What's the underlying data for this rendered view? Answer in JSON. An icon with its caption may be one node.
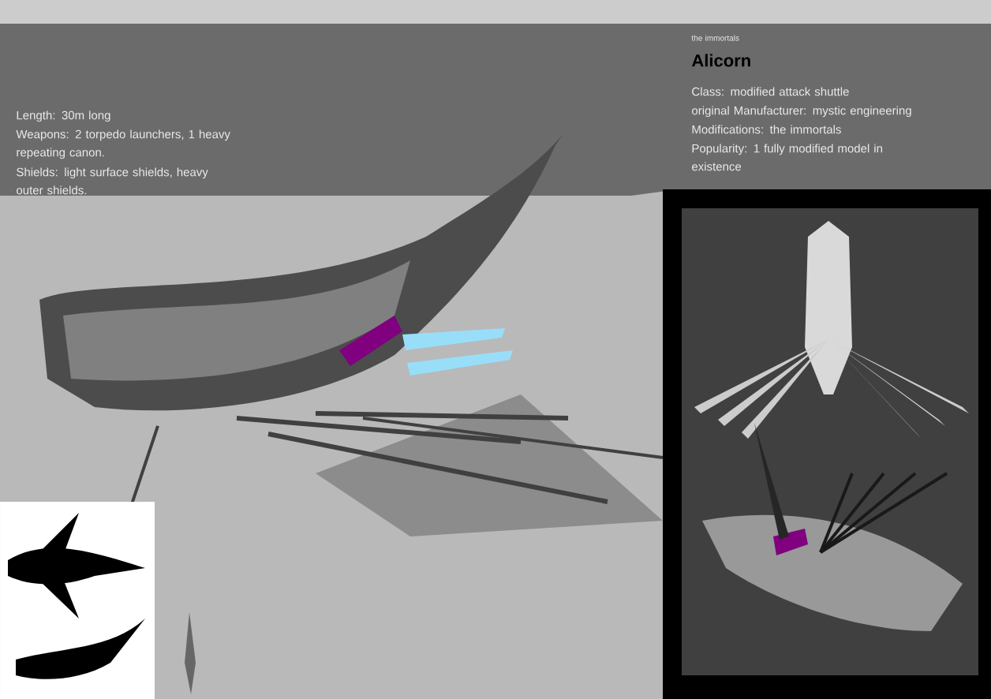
{
  "diagram": {
    "title": "Alicorn",
    "labels": [
      "Length: 30m long",
      "Weapons: 2 torpedo launchers, 1 heavy repeating canon.",
      "Shields: light surface shields, heavy outer shields.",
      "the immortals",
      "Class: modified attack shuttle",
      "original Manufacturer: mystic engineering",
      "Modifications: the immortals",
      "Popularity: 1 fully modified model in existence"
    ]
  }
}
